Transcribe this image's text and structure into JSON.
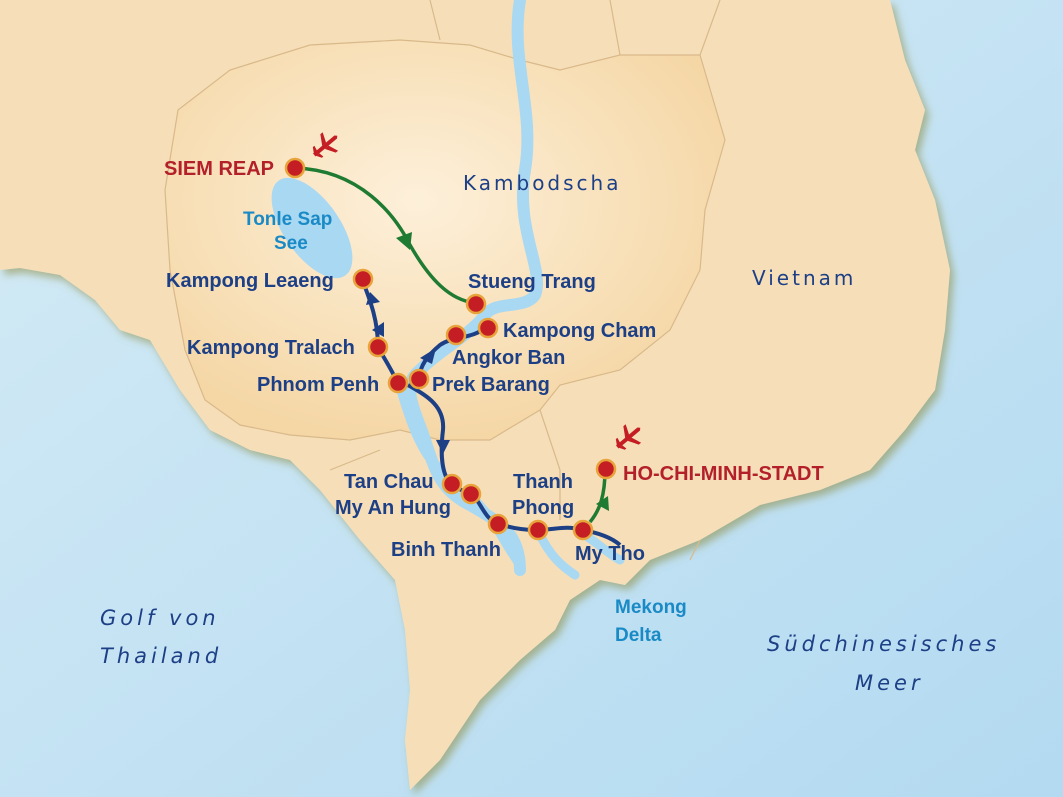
{
  "map": {
    "countries": [
      "Kambodscha",
      "Vietnam"
    ],
    "seas": {
      "gulf_line1": "Golf von",
      "gulf_line2": "Thailand",
      "china_sea_line1": "Südchinesisches",
      "china_sea_line2": "Meer"
    },
    "water_labels": {
      "lake_line1": "Tonle Sap",
      "lake_line2": "See",
      "delta_line1": "Mekong",
      "delta_line2": "Delta"
    },
    "airports": [
      "SIEM REAP",
      "HO-CHI-MINH-STADT"
    ],
    "stops": {
      "siem_reap": "SIEM REAP",
      "kampong_leaeng": "Kampong Leaeng",
      "kampong_tralach": "Kampong Tralach",
      "phnom_penh": "Phnom Penh",
      "prek_barang": "Prek Barang",
      "angkor_ban": "Angkor Ban",
      "stueng_trang": "Stueng Trang",
      "kampong_cham": "Kampong Cham",
      "tan_chau": "Tan Chau",
      "my_an_hung": "My An Hung",
      "binh_thanh": "Binh Thanh",
      "thanh_phong_line1": "Thanh",
      "thanh_phong_line2": "Phong",
      "my_tho": "My Tho",
      "hcmc": "HO-CHI-MINH-STADT"
    },
    "colors": {
      "sea": "#bfe0f3",
      "land": "#f6dfb8",
      "cambodia": "#fbe7c6",
      "river": "#a9d8f2",
      "route_boat": "#1d3f86",
      "route_transfer": "#1f7a32",
      "stop_marker": "#c41e24",
      "airport_label": "#b3202a"
    },
    "icons": [
      "airplane-icon"
    ]
  }
}
